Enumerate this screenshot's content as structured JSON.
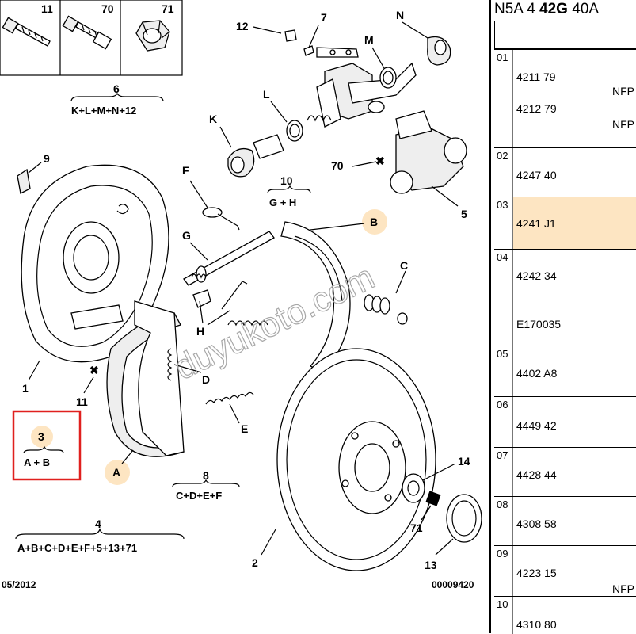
{
  "diagram": {
    "callouts": [
      {
        "id": "11"
      },
      {
        "id": "70"
      },
      {
        "id": "71"
      },
      {
        "id": "12"
      },
      {
        "id": "7"
      },
      {
        "id": "N"
      },
      {
        "id": "M"
      },
      {
        "id": "L"
      },
      {
        "id": "K"
      },
      {
        "id": "6"
      },
      {
        "id": "9"
      },
      {
        "id": "F"
      },
      {
        "id": "10"
      },
      {
        "id": "70"
      },
      {
        "id": "5"
      },
      {
        "id": "B"
      },
      {
        "id": "G"
      },
      {
        "id": "C"
      },
      {
        "id": "H"
      },
      {
        "id": "1"
      },
      {
        "id": "11"
      },
      {
        "id": "D"
      },
      {
        "id": "E"
      },
      {
        "id": "3"
      },
      {
        "id": "A"
      },
      {
        "id": "14"
      },
      {
        "id": "8"
      },
      {
        "id": "71"
      },
      {
        "id": "4"
      },
      {
        "id": "13"
      },
      {
        "id": "2"
      }
    ],
    "formulas": {
      "f6": "K+L+M+N+12",
      "f10": "G + H",
      "f3": "A + B",
      "f8": "C+D+E+F",
      "f4": "A+B+C+D+E+F+5+13+71"
    },
    "date": "05/2012",
    "code": "00009420",
    "watermark": "duyukoto.com",
    "highlight_color": "#fde5c2",
    "box_color": "#e0201e"
  },
  "panel": {
    "title_prefix": "N5A 4 ",
    "title_bold": "42G",
    "title_suffix": " 40A",
    "rows": [
      {
        "idx": "01",
        "refs": [
          "4211 79",
          "4212 79"
        ],
        "nfp": [
          "NFP",
          "NFP"
        ]
      },
      {
        "idx": "02",
        "refs": [
          "4247 40"
        ],
        "nfp": []
      },
      {
        "idx": "03",
        "refs": [
          "4241 J1"
        ],
        "nfp": [],
        "highlighted": true
      },
      {
        "idx": "04",
        "refs": [
          "4242 34",
          "E170035"
        ],
        "nfp": []
      },
      {
        "idx": "05",
        "refs": [
          "4402 A8"
        ],
        "nfp": []
      },
      {
        "idx": "06",
        "refs": [
          "4449 42"
        ],
        "nfp": []
      },
      {
        "idx": "07",
        "refs": [
          "4428 44"
        ],
        "nfp": []
      },
      {
        "idx": "08",
        "refs": [
          "4308 58"
        ],
        "nfp": []
      },
      {
        "idx": "09",
        "refs": [
          "4223 15"
        ],
        "nfp": [
          "NFP"
        ]
      },
      {
        "idx": "10",
        "refs": [
          "4310 80"
        ],
        "nfp": []
      }
    ]
  }
}
